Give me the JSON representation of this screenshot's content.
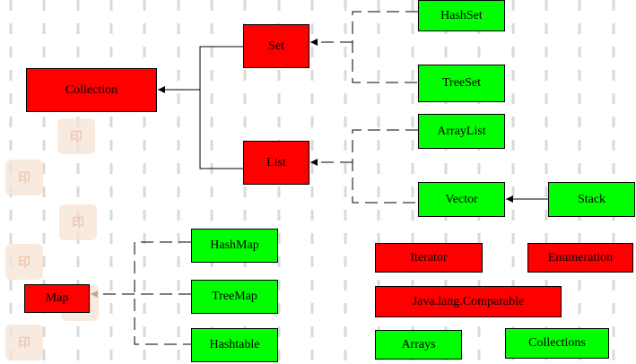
{
  "diagram": {
    "nodes": {
      "collection": "Collection",
      "set": "Set",
      "list": "List",
      "hashset": "HashSet",
      "treeset": "TreeSet",
      "arraylist": "ArrayList",
      "vector": "Vector",
      "stack": "Stack",
      "map": "Map",
      "hashmap": "HashMap",
      "treemap": "TreeMap",
      "hashtable": "Hashtable",
      "iterator": "Iterator",
      "enumeration": "Enumeration",
      "comparable": "Java.lang.Comparable",
      "arrays": "Arrays",
      "collections": "Collections"
    },
    "colors": {
      "interface": "#ff0000",
      "class": "#00ff00"
    }
  }
}
